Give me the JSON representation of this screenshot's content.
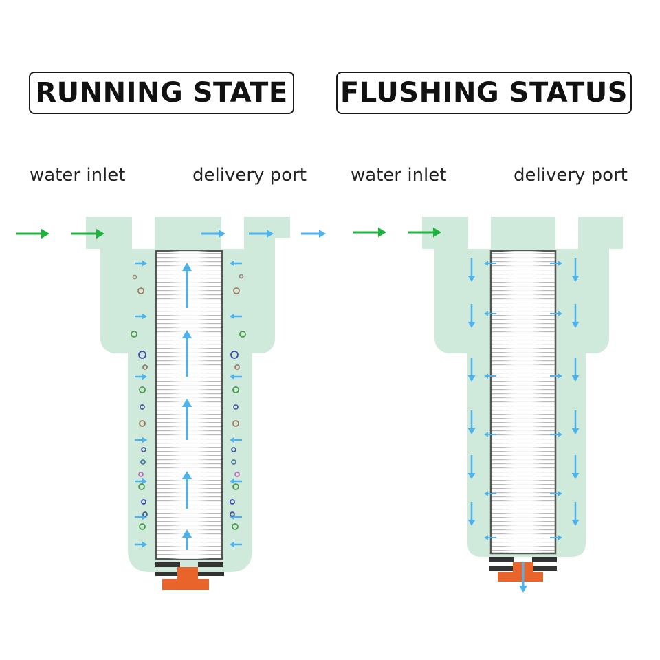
{
  "panels": {
    "running": {
      "title": "RUNNING STATE",
      "inlet_label": "water inlet",
      "outlet_label": "delivery port"
    },
    "flushing": {
      "title": "FLUSHING STATUS",
      "inlet_label": "water inlet",
      "outlet_label": "delivery port"
    }
  },
  "colors": {
    "housing": "#cfeadb",
    "inflow_arrow": "#1db33c",
    "water_arrow": "#4db3ee",
    "element_border": "#555555",
    "drain_valve": "#e8642a",
    "seal": "#333333"
  },
  "icons": {
    "inflow": "green-arrow-right-icon",
    "flow": "blue-arrow-icon",
    "particle": "particle-dot-icon"
  }
}
